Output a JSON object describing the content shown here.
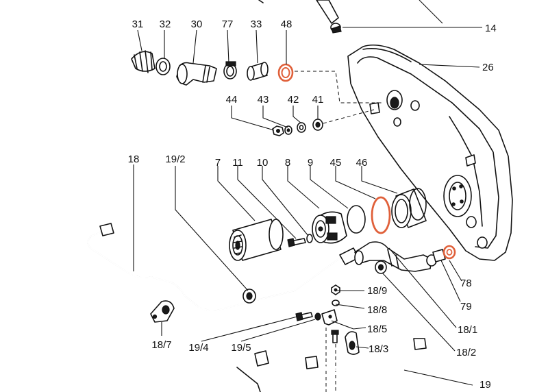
{
  "highlight_color": "#e0603a",
  "labels": {
    "p31": "31",
    "p32": "32",
    "p30": "30",
    "p77": "77",
    "p33": "33",
    "p48": "48",
    "p14": "14",
    "p26": "26",
    "p44": "44",
    "p43": "43",
    "p42": "42",
    "p41": "41",
    "p18": "18",
    "p19_2": "19/2",
    "p7": "7",
    "p11": "11",
    "p10": "10",
    "p8": "8",
    "p9": "9",
    "p45": "45",
    "p46": "46",
    "p78": "78",
    "p79": "79",
    "p18_9": "18/9",
    "p18_8": "18/8",
    "p18_5": "18/5",
    "p18_3": "18/3",
    "p18_1": "18/1",
    "p18_2": "18/2",
    "p18_7": "18/7",
    "p19_4": "19/4",
    "p19_5": "19/5",
    "p19": "19"
  }
}
